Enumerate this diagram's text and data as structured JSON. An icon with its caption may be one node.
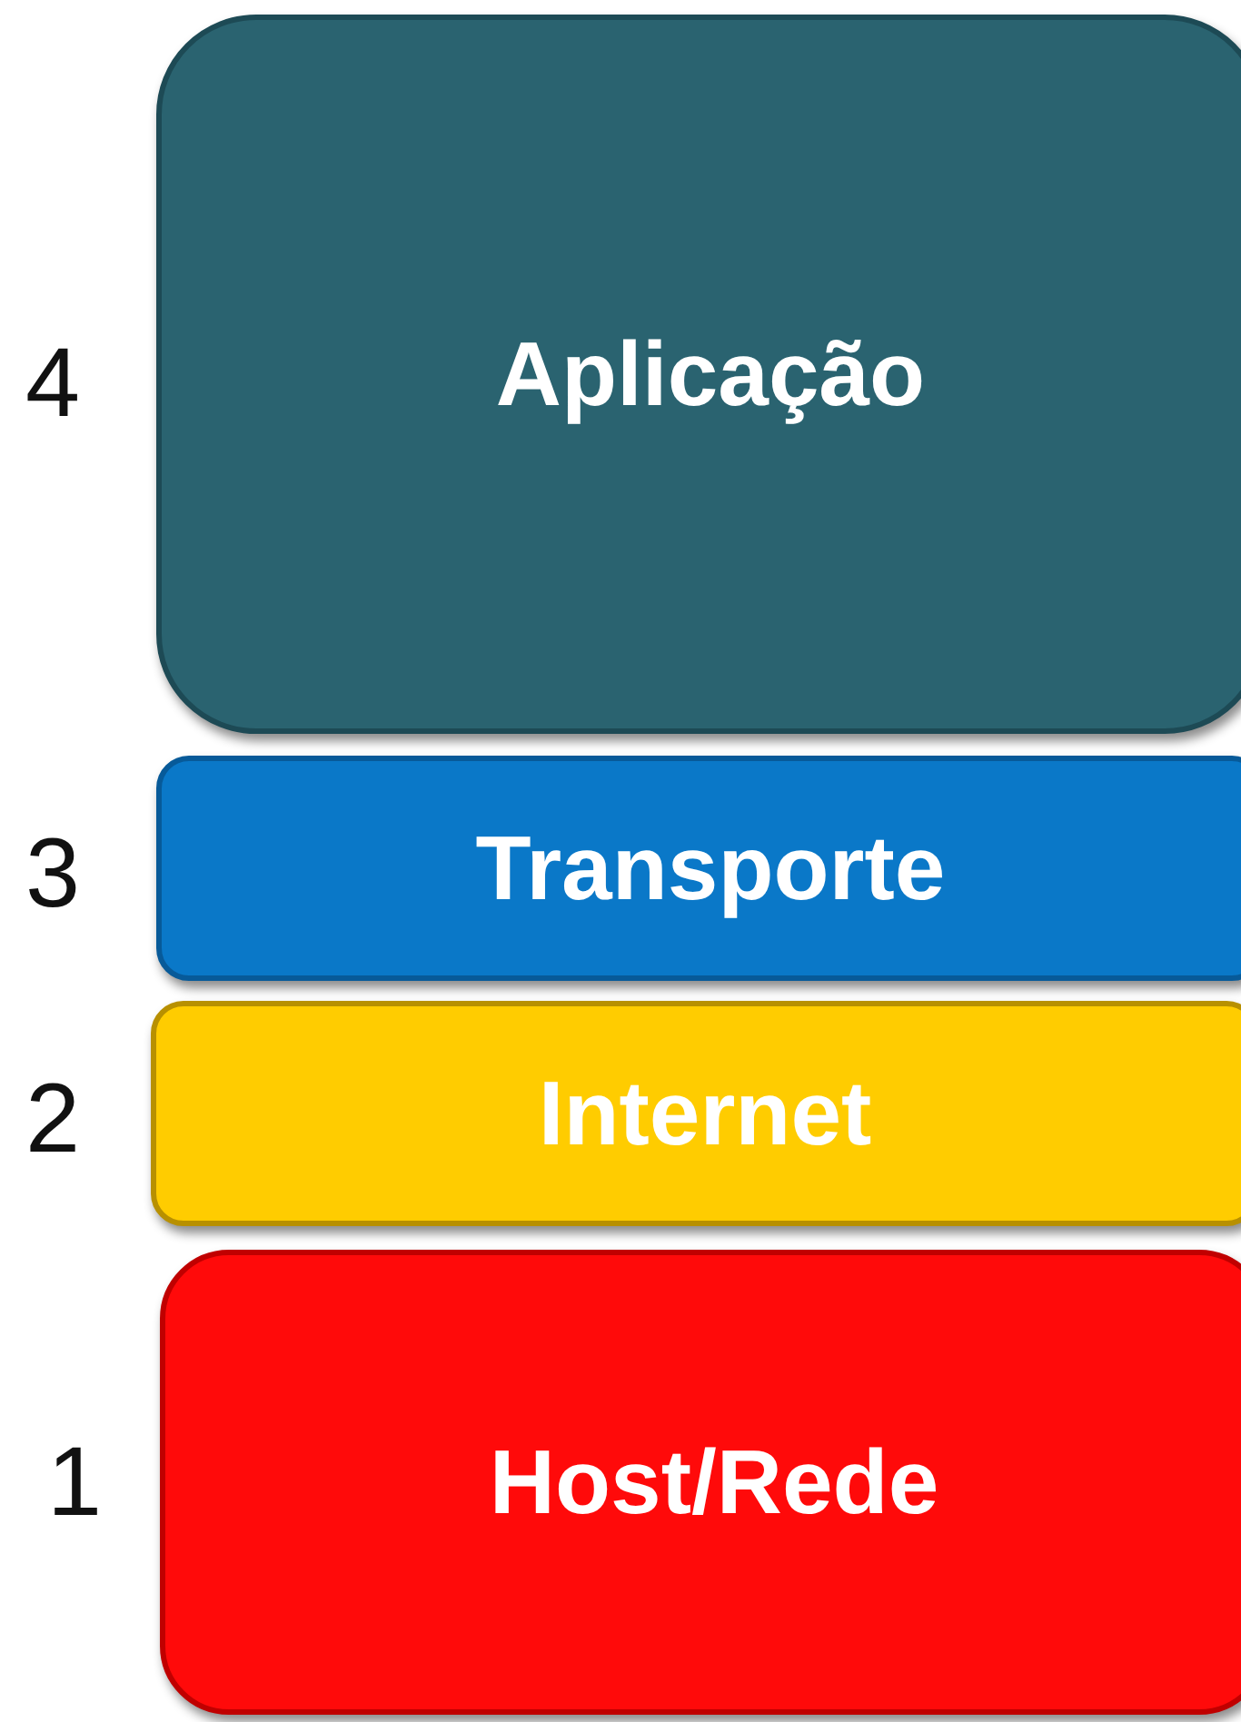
{
  "diagram": {
    "nodes": [
      {
        "text": [
          "Aplicação"
        ],
        "beside": [
          "4"
        ]
      },
      {
        "text": [
          "Transporte"
        ],
        "beside": [
          "3"
        ]
      },
      {
        "text": [
          "Internet"
        ],
        "beside": [
          "2"
        ]
      },
      {
        "text": [
          "Host/Rede"
        ],
        "beside": [
          "1"
        ]
      }
    ]
  }
}
